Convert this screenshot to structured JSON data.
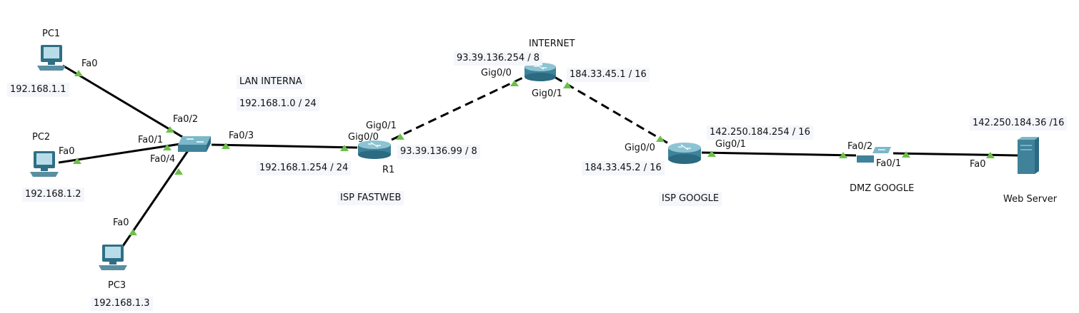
{
  "devices": {
    "pc1": "PC1",
    "pc2": "PC2",
    "pc3": "PC3",
    "r1": "R1",
    "internet": "INTERNET",
    "web_server": "Web Server"
  },
  "notes": {
    "lan_title": "LAN INTERNA",
    "lan_net": "192.168.1.0 / 24",
    "isp_fastweb": "ISP FASTWEB",
    "isp_google": "ISP GOOGLE",
    "dmz_google": "DMZ GOOGLE"
  },
  "addresses": {
    "pc1": "192.168.1.1",
    "pc2": "192.168.1.2",
    "pc3": "192.168.1.3",
    "r1_lan": "192.168.1.254 / 24",
    "r1_wan": "93.39.136.99 / 8",
    "inet_g00": "93.39.136.254 / 8",
    "inet_g01": "184.33.45.1 / 16",
    "google_g00": "184.33.45.2 / 16",
    "google_g01": "142.250.184.254 / 16",
    "server": "142.250.184.36 /16"
  },
  "ports": {
    "pc1_fa0": "Fa0",
    "pc2_fa0": "Fa0",
    "pc3_fa0": "Fa0",
    "sw_fa02": "Fa0/2",
    "sw_fa01": "Fa0/1",
    "sw_fa04": "Fa0/4",
    "sw_fa03": "Fa0/3",
    "r1_g01": "Gig0/1",
    "r1_g00": "Gig0/0",
    "inet_g00": "Gig0/0",
    "inet_g01": "Gig0/1",
    "google_g00": "Gig0/0",
    "google_g01": "Gig0/1",
    "dmz_fa02": "Fa0/2",
    "dmz_fa01": "Fa0/1",
    "server_fa0": "Fa0"
  },
  "colors": {
    "link": "#000000",
    "port_up": "#6cc04a",
    "device": "#4a90a8",
    "label_box": "#f4f6fb"
  }
}
